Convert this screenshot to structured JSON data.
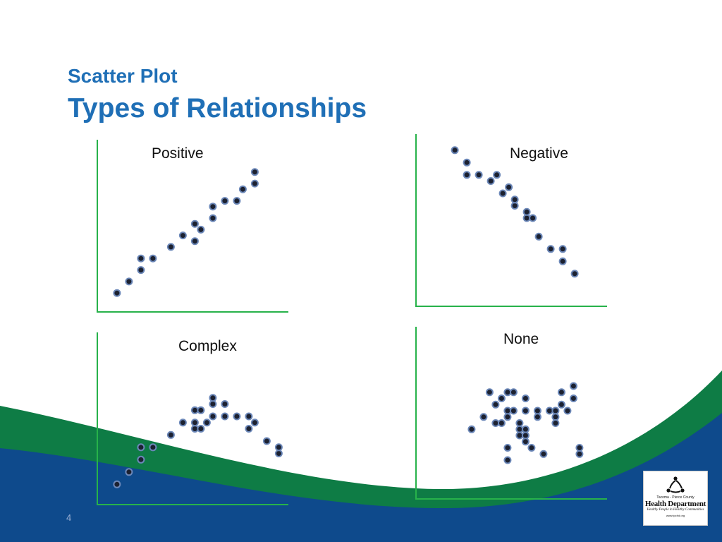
{
  "slide": {
    "title_line1": "Scatter Plot",
    "title_line2": "Types of Relationships",
    "slide_number": "4"
  },
  "colors": {
    "title": "#1f6fb6",
    "axis": "#27b24a",
    "point_fill": "#1c2130",
    "point_stroke": "#6b87b8",
    "band_green": "#0e7c45",
    "band_blue": "#0e4a8c"
  },
  "logo": {
    "top_text": "Tacoma - Pierce County",
    "main_text": "Health Department",
    "tagline": "Healthy People in Healthy Communities",
    "url": "www.tpchd.org"
  },
  "chart_data": [
    {
      "type": "scatter",
      "title": "Positive",
      "grid": false,
      "xlim": [
        0,
        16
      ],
      "ylim": [
        0,
        15
      ],
      "x": [
        1.7,
        2.7,
        3.7,
        3.7,
        4.7,
        6.2,
        7.2,
        8.2,
        8.2,
        8.7,
        9.7,
        9.7,
        10.7,
        11.7,
        12.2,
        13.2,
        13.2
      ],
      "y": [
        1.7,
        2.7,
        3.7,
        4.7,
        4.7,
        5.7,
        6.7,
        6.2,
        7.7,
        7.2,
        8.2,
        9.2,
        9.7,
        9.7,
        10.7,
        11.2,
        12.2
      ]
    },
    {
      "type": "scatter",
      "title": "Negative",
      "grid": false,
      "xlim": [
        0,
        16
      ],
      "ylim": [
        0,
        14
      ],
      "x": [
        3.3,
        4.3,
        4.3,
        5.3,
        6.3,
        6.8,
        7.3,
        7.8,
        8.3,
        8.3,
        9.3,
        9.3,
        9.8,
        10.3,
        11.3,
        12.3,
        12.3,
        13.3
      ],
      "y": [
        12.7,
        11.7,
        10.7,
        10.7,
        10.2,
        10.7,
        9.2,
        9.7,
        8.2,
        8.7,
        7.2,
        7.7,
        7.2,
        5.7,
        4.7,
        4.7,
        3.7,
        2.7
      ]
    },
    {
      "type": "scatter",
      "title": "Complex",
      "grid": false,
      "xlim": [
        0,
        16
      ],
      "ylim": [
        0,
        14
      ],
      "x": [
        1.7,
        2.7,
        3.7,
        3.7,
        4.7,
        6.2,
        7.2,
        8.2,
        8.2,
        8.2,
        8.7,
        8.7,
        9.2,
        9.7,
        9.7,
        9.7,
        10.7,
        10.7,
        11.7,
        12.7,
        12.7,
        13.2,
        14.2,
        15.2,
        15.2
      ],
      "y": [
        1.7,
        2.7,
        3.7,
        4.7,
        4.7,
        5.7,
        6.7,
        6.2,
        6.7,
        7.7,
        6.2,
        7.7,
        6.7,
        7.2,
        8.2,
        8.7,
        7.2,
        8.2,
        7.2,
        7.2,
        6.2,
        6.7,
        5.2,
        4.2,
        4.7
      ]
    },
    {
      "type": "scatter",
      "title": "None",
      "grid": false,
      "xlim": [
        0,
        16
      ],
      "ylim": [
        0,
        14
      ],
      "x": [
        4.7,
        5.7,
        6.2,
        6.7,
        6.7,
        7.2,
        7.2,
        7.7,
        7.7,
        7.7,
        7.7,
        7.7,
        8.2,
        8.2,
        8.7,
        8.7,
        8.7,
        9.2,
        9.2,
        9.2,
        9.2,
        9.2,
        9.7,
        10.2,
        10.2,
        10.7,
        11.2,
        11.7,
        11.7,
        11.7,
        12.2,
        12.2,
        12.7,
        13.2,
        13.2,
        13.7,
        13.7
      ],
      "y": [
        5.7,
        6.7,
        8.7,
        7.7,
        6.2,
        8.2,
        6.2,
        7.2,
        6.7,
        4.2,
        3.2,
        8.7,
        8.7,
        7.2,
        6.2,
        5.7,
        5.2,
        8.2,
        7.2,
        5.7,
        5.2,
        4.7,
        4.2,
        7.2,
        6.7,
        3.7,
        7.2,
        7.2,
        6.7,
        6.2,
        8.7,
        7.7,
        7.2,
        9.2,
        8.2,
        3.7,
        4.2
      ]
    }
  ]
}
